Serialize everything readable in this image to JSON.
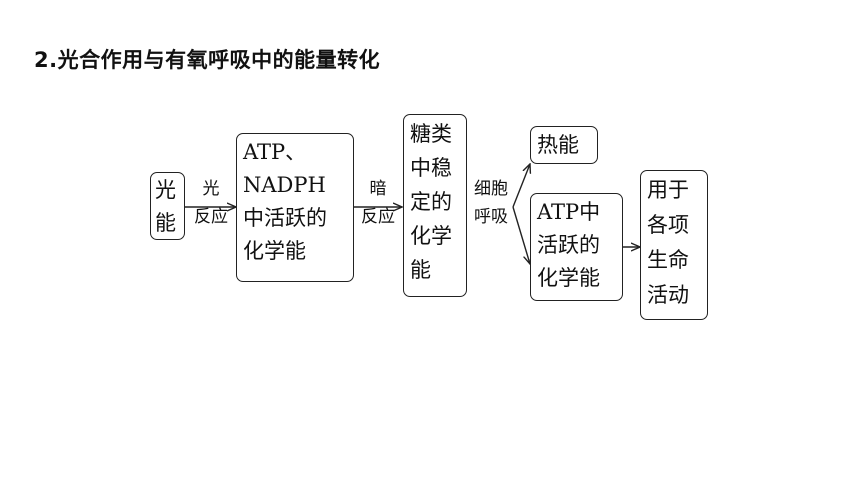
{
  "title": "2.光合作用与有氧呼吸中的能量转化",
  "nodes": {
    "light_energy": "光\n能",
    "atp_nadph": "ATP、\nNADPH\n中活跃的\n化学能",
    "sugar": "糖类\n中稳\n定的\n化学\n能",
    "heat": "热能",
    "atp_active": "ATP中\n活跃的\n化学能",
    "life_activities": "用于\n各项\n生命\n活动"
  },
  "edges": {
    "light_reaction": "光\n反应",
    "dark_reaction": "暗\n反应",
    "cell_respiration": "细胞\n呼吸"
  }
}
